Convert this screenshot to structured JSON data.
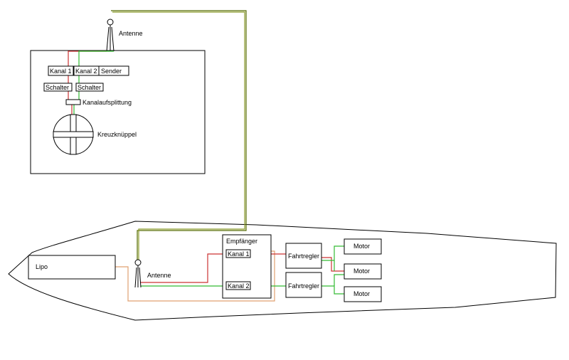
{
  "labels": {
    "antenne_top": "Antenne",
    "sender": "Sender",
    "kanal1": "Kanal 1",
    "kanal2": "Kanal 2",
    "schalter1": "Schalter",
    "schalter2": "Schalter",
    "kanalaufsplittung": "Kanalaufsplittung",
    "kreuzknueppel": "Kreuzknüppel",
    "lipo": "Lipo",
    "antenne_boat": "Antenne",
    "empfaenger": "Empfänger",
    "empf_kanal1": "Kanal 1",
    "empf_kanal2": "Kanal 2",
    "fahrtregler1": "Fahrtregler",
    "fahrtregler2": "Fahrtregler",
    "motor1": "Motor",
    "motor2": "Motor",
    "motor3": "Motor"
  },
  "colors": {
    "channel1_wire": "#cc3333",
    "channel2_wire": "#33bb33",
    "antenna_wire_a": "#556b00",
    "antenna_wire_b": "#8a9a2a",
    "power_wire": "#e0a070",
    "outline": "#000000"
  }
}
